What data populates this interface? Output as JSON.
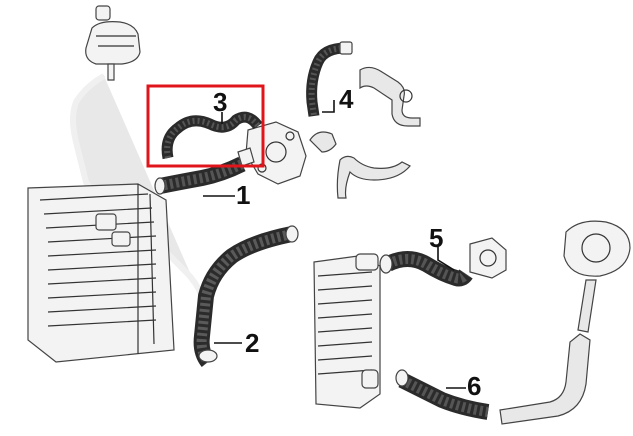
{
  "callouts": [
    {
      "id": "1",
      "label": "1"
    },
    {
      "id": "2",
      "label": "2"
    },
    {
      "id": "3",
      "label": "3"
    },
    {
      "id": "4",
      "label": "4"
    },
    {
      "id": "5",
      "label": "5"
    },
    {
      "id": "6",
      "label": "6"
    }
  ],
  "highlight": {
    "color": "#e0141b",
    "target": "3"
  }
}
